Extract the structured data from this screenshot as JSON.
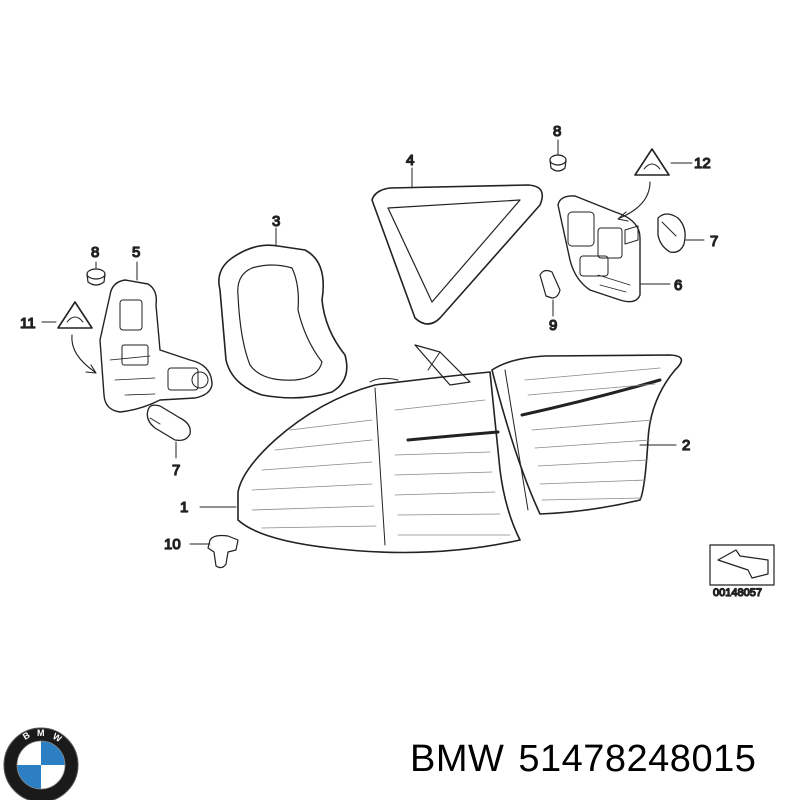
{
  "labels": {
    "p1": "1",
    "p2": "2",
    "p3": "3",
    "p4": "4",
    "p5": "5",
    "p6": "6",
    "p7_left": "7",
    "p7_right": "7",
    "p8_left": "8",
    "p8_right": "8",
    "p9": "9",
    "p10": "10",
    "p11": "11",
    "p12": "12"
  },
  "diagram_code": "00148057",
  "caption": {
    "brand": "BMW",
    "part_number": "51478248015"
  },
  "logo": {
    "lettering": "BMW",
    "colors": {
      "ring": "#1a1a1a",
      "blue": "#2d7fc4",
      "white": "#ffffff"
    }
  }
}
